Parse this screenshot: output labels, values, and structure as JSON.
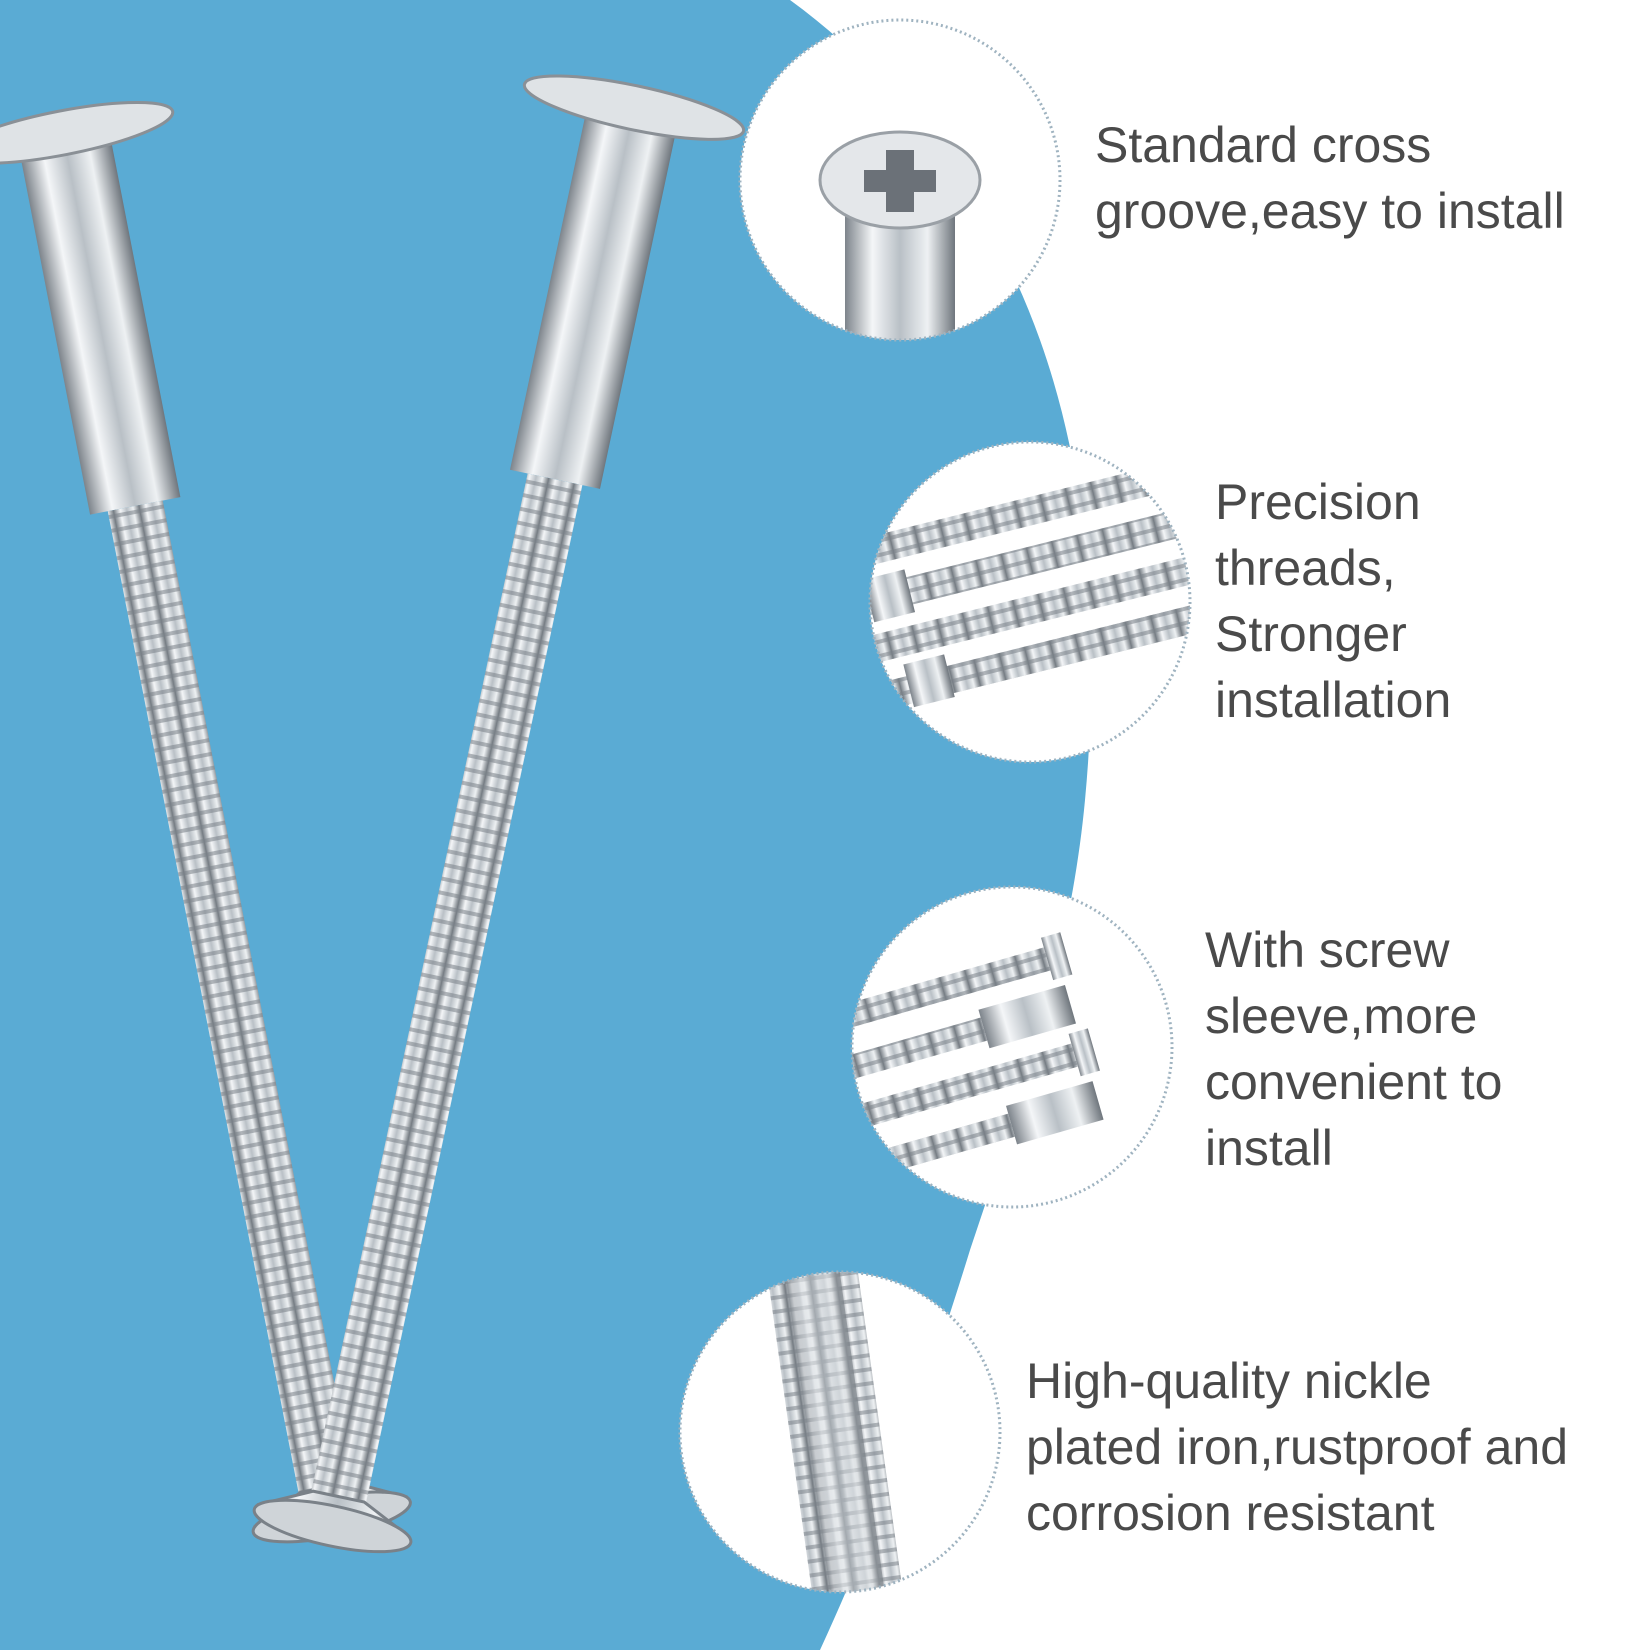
{
  "features": [
    {
      "lines": [
        "Standard cross",
        "groove,easy to install"
      ],
      "icon": "screw-head-closeup"
    },
    {
      "lines": [
        "Precision",
        "threads,",
        "Stronger",
        "installation"
      ],
      "icon": "threaded-bolts-closeup"
    },
    {
      "lines": [
        "With screw",
        "sleeve,more",
        "convenient to",
        "install"
      ],
      "icon": "screw-sleeve-set-closeup"
    },
    {
      "lines": [
        "High-quality nickle",
        "plated iron,rustproof and",
        "corrosion resistant"
      ],
      "icon": "thread-detail-closeup"
    }
  ],
  "colors": {
    "background": "#ffffff",
    "accent_blue": "#5aabd4",
    "text": "#4a4a4a",
    "metal": "#c9ced3"
  }
}
